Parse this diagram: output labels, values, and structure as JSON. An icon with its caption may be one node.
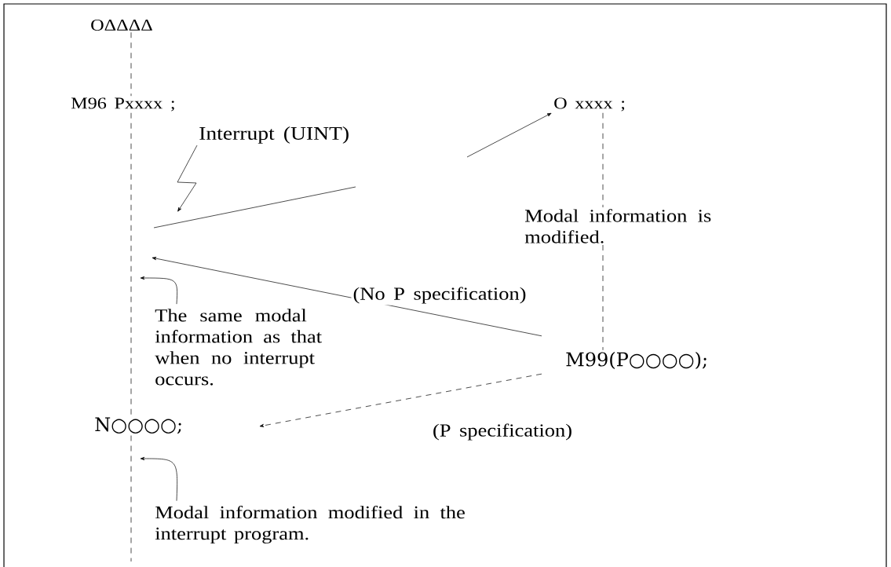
{
  "diagram": {
    "nodes": [
      {
        "text": [
          "OΔΔΔΔ"
        ]
      },
      {
        "text": [
          "M96 Pxxxx ;"
        ]
      },
      {
        "text": [
          "O xxxx ;"
        ]
      },
      {
        "text": [
          "Interrupt (UINT)"
        ]
      },
      {
        "text": [
          "Modal information is modified."
        ]
      },
      {
        "text": [
          "The same modal information as that when no interrupt occurs."
        ]
      },
      {
        "text": [
          "M99(P○○○○);"
        ]
      },
      {
        "text": [
          "N○○○○;"
        ]
      },
      {
        "text": [
          "Modal information modified in the interrupt program."
        ]
      }
    ],
    "edges": [
      {
        "from": 3,
        "to": null,
        "arrow": "to"
      },
      {
        "from": null,
        "to": 2,
        "arrow": "to"
      },
      {
        "from": 6,
        "to": null,
        "arrow": "to",
        "label": "(No P  specification)"
      },
      {
        "from": 6,
        "to": null,
        "arrow": "to",
        "label": "(P  specification)",
        "style": "dashed"
      },
      {
        "from": 5,
        "to": null,
        "arrow": "to"
      },
      {
        "from": 8,
        "to": null,
        "arrow": "to"
      },
      {
        "from": 0,
        "to": 1,
        "arrow": "none",
        "style": "dashed"
      },
      {
        "from": 1,
        "to": 7,
        "arrow": "none",
        "style": "dashed"
      },
      {
        "from": 7,
        "to": null,
        "arrow": "none",
        "style": "dashed"
      },
      {
        "from": 2,
        "to": 4,
        "arrow": "none",
        "style": "dashed"
      },
      {
        "from": 4,
        "to": 6,
        "arrow": "none",
        "style": "dashed"
      }
    ]
  }
}
